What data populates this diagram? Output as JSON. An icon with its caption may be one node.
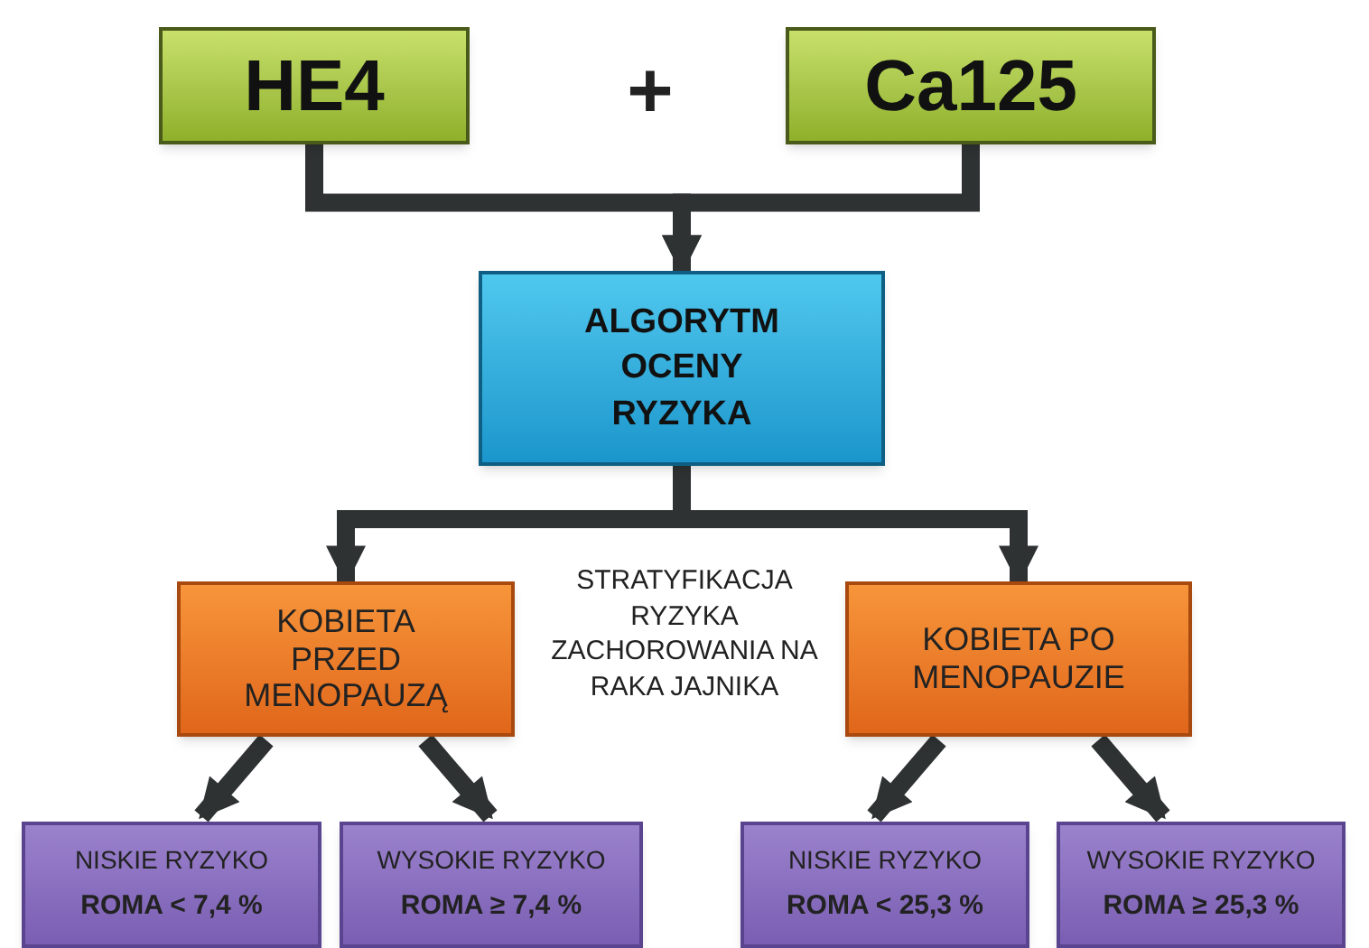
{
  "diagram": {
    "nodes": [
      {
        "text": [
          "HE4"
        ]
      },
      {
        "text": [
          "Ca125"
        ]
      },
      {
        "text": [
          "ALGORYTM OCENY RYZYKA"
        ]
      },
      {
        "text": [
          "KOBIETA PRZED MENOPAUZĄ"
        ]
      },
      {
        "text": [
          "KOBIETA PO MENOPAUZIE"
        ]
      },
      {
        "text": [
          "NISKIE RYZYKO",
          "ROMA < 7,4 %"
        ]
      },
      {
        "text": [
          "WYSOKIE RYZYKO",
          "ROMA ≥ 7,4 %"
        ]
      },
      {
        "text": [
          "NISKIE RYZYKO",
          "ROMA < 25,3 %"
        ]
      },
      {
        "text": [
          "WYSOKIE RYZYKO",
          "ROMA ≥ 25,3 %"
        ]
      }
    ],
    "edges": [
      {
        "from": 0,
        "to": 2,
        "arrow": "to"
      },
      {
        "from": 1,
        "to": 2,
        "arrow": "to"
      },
      {
        "from": 2,
        "to": 3,
        "arrow": "to"
      },
      {
        "from": 2,
        "to": 4,
        "arrow": "to"
      },
      {
        "from": 3,
        "to": 5,
        "arrow": "to"
      },
      {
        "from": 3,
        "to": 6,
        "arrow": "to"
      },
      {
        "from": 4,
        "to": 7,
        "arrow": "to"
      },
      {
        "from": 4,
        "to": 8,
        "arrow": "to"
      }
    ],
    "labels": [
      "+",
      "STRATYFIKACJA RYZYKA ZACHOROWANIA NA RAKA JAJNIKA"
    ]
  }
}
